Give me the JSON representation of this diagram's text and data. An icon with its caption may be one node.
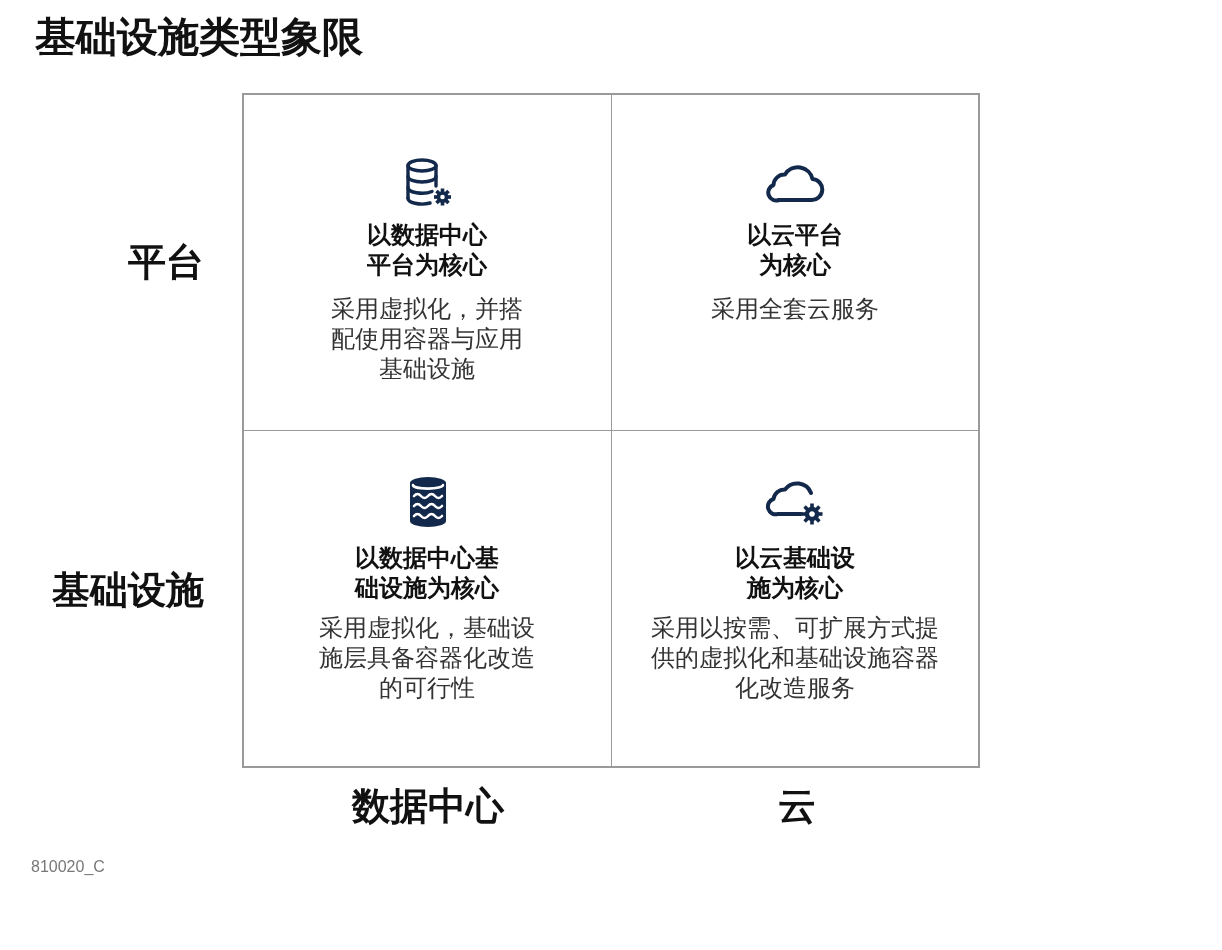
{
  "diagram": {
    "title": "基础设施类型象限",
    "nodes": [
      {
        "text": [
          "以数据中心平台为核心",
          "采用虚拟化，并搭配使用容器与应用基础设施"
        ]
      },
      {
        "text": [
          "以云平台为核心",
          "采用全套云服务"
        ]
      },
      {
        "text": [
          "以数据中心基础设施为核心",
          "采用虚拟化，基础设施层具备容器化改造的可行性"
        ]
      },
      {
        "text": [
          "以云基础设施为核心",
          "采用以按需、可扩展方式提供的虚拟化和基础设施容器化改造服务"
        ]
      }
    ],
    "labels": [
      "平台",
      "基础设施",
      "数据中心",
      "云",
      "810020_C"
    ]
  }
}
